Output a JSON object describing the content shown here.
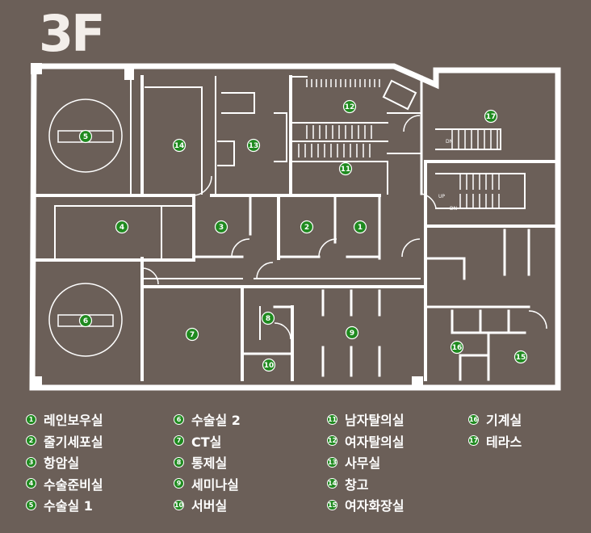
{
  "floor_label": "3F",
  "colors": {
    "background": "#6b5f58",
    "wall": "#ffffff",
    "badge": "#1f8a1f"
  },
  "stair_labels": {
    "down": "DN",
    "up": "UP"
  },
  "rooms": [
    {
      "id": "1",
      "name": "레인보우실"
    },
    {
      "id": "2",
      "name": "줄기세포실"
    },
    {
      "id": "3",
      "name": "항암실"
    },
    {
      "id": "4",
      "name": "수술준비실"
    },
    {
      "id": "5",
      "name": "수술실 1"
    },
    {
      "id": "6",
      "name": "수술실 2"
    },
    {
      "id": "7",
      "name": "CT실"
    },
    {
      "id": "8",
      "name": "통제실"
    },
    {
      "id": "9",
      "name": "세미나실"
    },
    {
      "id": "10",
      "name": "서버실"
    },
    {
      "id": "11",
      "name": "남자탈의실"
    },
    {
      "id": "12",
      "name": "여자탈의실"
    },
    {
      "id": "13",
      "name": "사무실"
    },
    {
      "id": "14",
      "name": "창고"
    },
    {
      "id": "15",
      "name": "여자화장실"
    },
    {
      "id": "16",
      "name": "기계실"
    },
    {
      "id": "17",
      "name": "테라스"
    }
  ]
}
